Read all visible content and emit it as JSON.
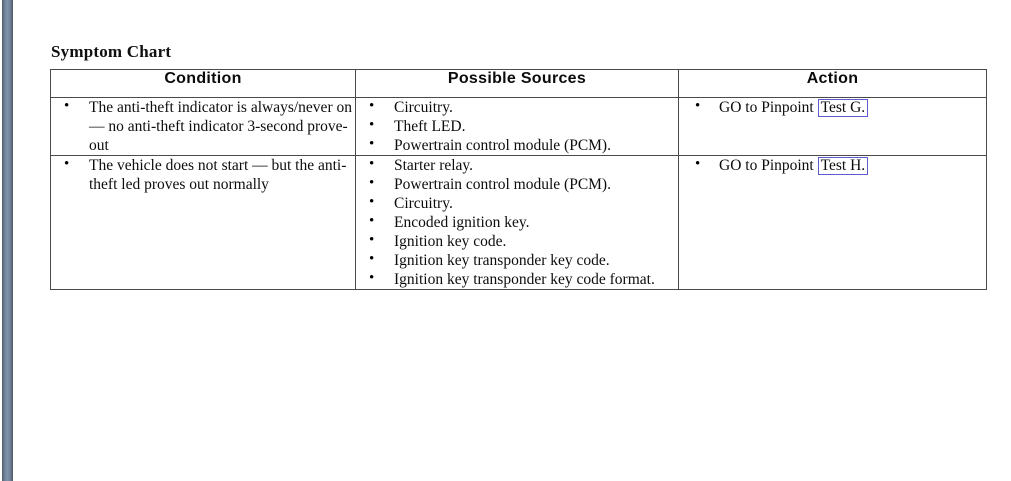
{
  "document": {
    "title": "Symptom Chart",
    "left_edge_bar_color": "#6d8199",
    "background_color": "#ffffff",
    "text_color": "#0d0d0d",
    "link_border_color": "#5c5ccd"
  },
  "table": {
    "name": "symptom-chart-table",
    "columns": [
      {
        "key": "condition",
        "header": "Condition"
      },
      {
        "key": "sources",
        "header": "Possible Sources"
      },
      {
        "key": "action",
        "header": "Action"
      }
    ],
    "rows": [
      {
        "condition": [
          "The anti-theft indicator is always/never on — no anti-theft indicator 3-second prove-out"
        ],
        "sources": [
          "Circuitry.",
          "Theft LED.",
          "Powertrain control module (PCM)."
        ],
        "action": [
          {
            "prefix": "GO to Pinpoint ",
            "link": "Test G."
          }
        ]
      },
      {
        "condition": [
          "The vehicle does not start — but the anti-theft led proves out normally"
        ],
        "sources": [
          "Starter relay.",
          "Powertrain control module (PCM).",
          "Circuitry.",
          "Encoded ignition key.",
          "Ignition key code.",
          "Ignition key transponder key code.",
          "Ignition key transponder key code format."
        ],
        "action": [
          {
            "prefix": "GO to Pinpoint ",
            "link": "Test H."
          }
        ]
      }
    ]
  }
}
